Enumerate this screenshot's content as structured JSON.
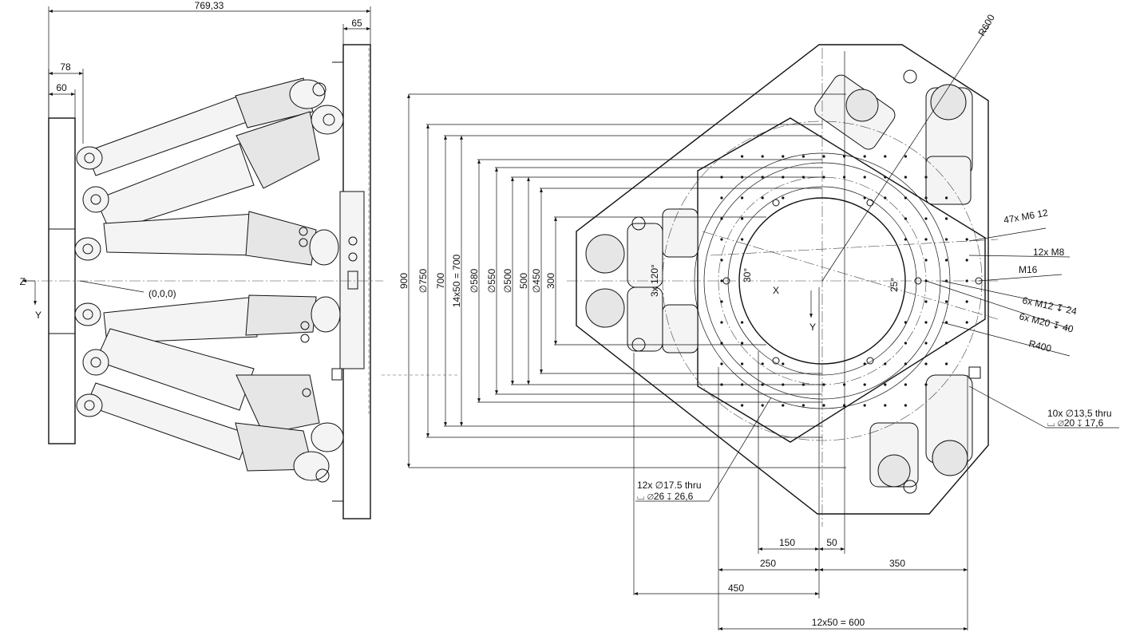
{
  "side_view": {
    "overall_width": "769,33",
    "right_plate": "65",
    "dim_78": "78",
    "dim_60": "60",
    "axis_z": "Z",
    "axis_y": "Y",
    "origin": "(0,0,0)"
  },
  "top_view": {
    "h900": "900",
    "d750": "∅750",
    "h700": "700",
    "h14x50": "14x50 = 700",
    "d580": "∅580",
    "d550": "∅550",
    "d500": "∅500",
    "h500": "500",
    "d450": "∅450",
    "h300": "300",
    "angle_3x120": "3x 120°",
    "angle_30": "30°",
    "angle_25": "25°",
    "axis_x": "X",
    "axis_y": "Y",
    "r600": "R600",
    "m6": "47x M6 12",
    "m8": "12x M8",
    "m16": "M16",
    "m12": "6x M12 ↧ 24",
    "m20": "6x M20 ↧ 40",
    "r400": "R400",
    "hole10_a": "10x ∅13,5 thru",
    "hole10_b": "⌴ ∅20 ↧ 17,6",
    "hole12_a": "12x ∅17.5 thru",
    "hole12_b": "⌴ ∅26 ↧ 26,6",
    "b150": "150",
    "b50": "50",
    "b250": "250",
    "b350": "350",
    "b450": "450",
    "b600": "12x50 = 600"
  }
}
